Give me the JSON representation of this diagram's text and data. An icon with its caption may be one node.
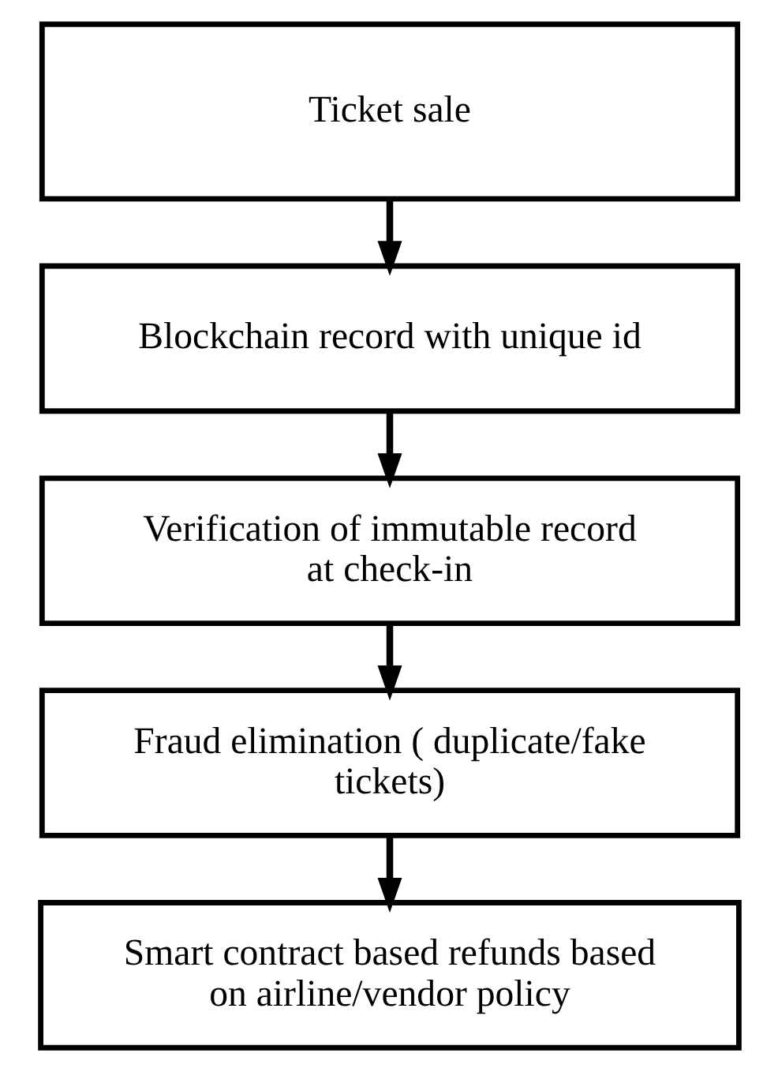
{
  "diagram": {
    "nodes": [
      {
        "text": [
          "Ticket sale"
        ]
      },
      {
        "text": [
          "Blockchain record with unique id"
        ]
      },
      {
        "text": [
          "Verification of immutable record at check-in"
        ]
      },
      {
        "text": [
          "Fraud elimination ( duplicate/fake tickets)"
        ]
      },
      {
        "text": [
          "Smart contract based refunds based on airline/vendor policy"
        ]
      }
    ],
    "edges": [
      {
        "from": 0,
        "to": 1,
        "arrow": "to"
      },
      {
        "from": 1,
        "to": 2,
        "arrow": "to"
      },
      {
        "from": 2,
        "to": 3,
        "arrow": "to"
      },
      {
        "from": 3,
        "to": 4,
        "arrow": "to"
      }
    ]
  }
}
